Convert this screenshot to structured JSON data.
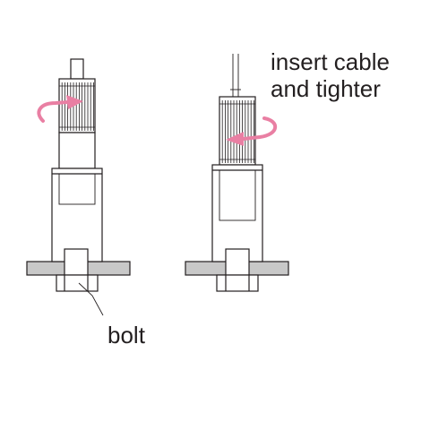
{
  "labels": {
    "instruction_line1": "insert cable",
    "instruction_line2": "and tighter",
    "bolt": "bolt"
  },
  "colors": {
    "outline": "#231f20",
    "plate_fill": "#c8c8c8",
    "arrow": "#e97fa3",
    "background": "#ffffff"
  }
}
